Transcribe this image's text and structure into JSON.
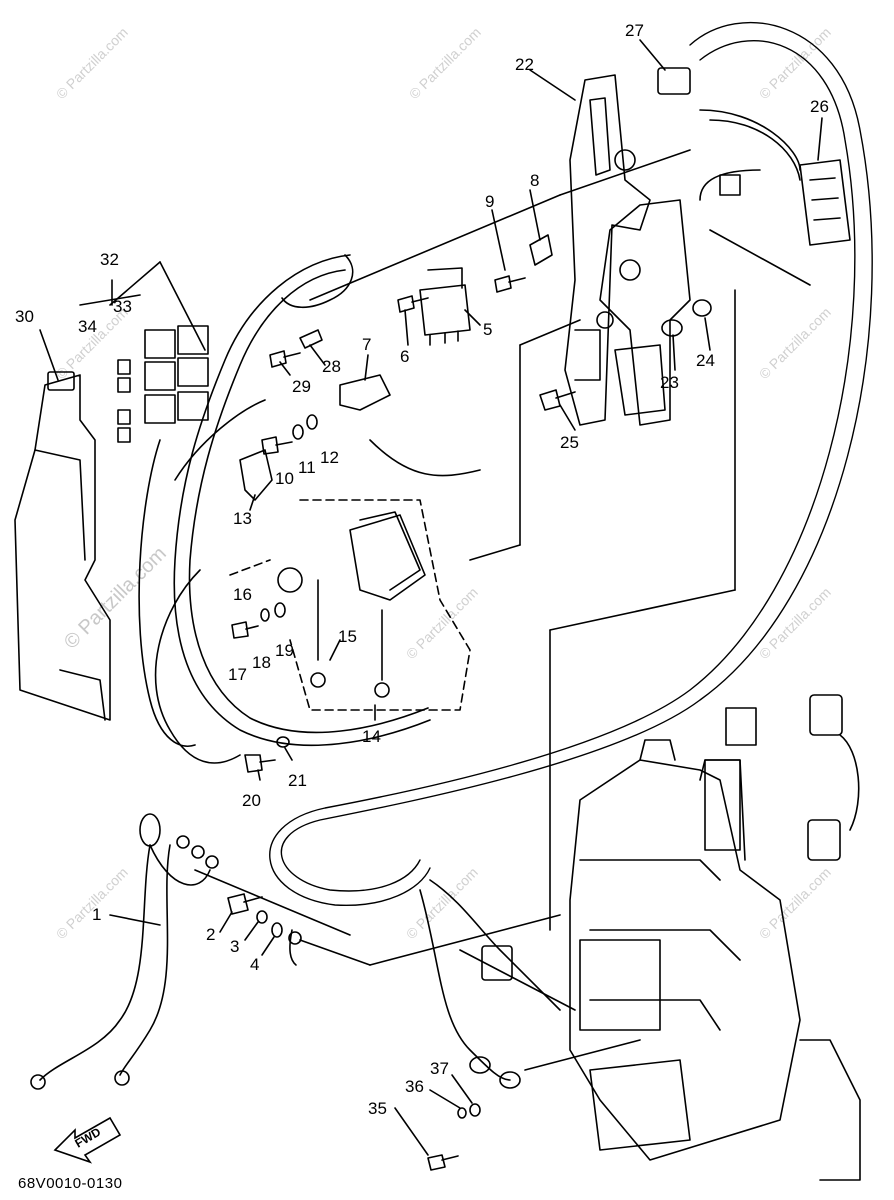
{
  "diagram": {
    "code": "68V0010-0130",
    "direction_label": "FWD",
    "watermark_main": "© Partzilla.com",
    "watermark_small": "© Partzilla.com",
    "callouts": [
      "1",
      "2",
      "3",
      "4",
      "5",
      "6",
      "7",
      "8",
      "9",
      "10",
      "11",
      "12",
      "13",
      "14",
      "15",
      "16",
      "17",
      "18",
      "19",
      "20",
      "21",
      "22",
      "23",
      "24",
      "25",
      "26",
      "27",
      "28",
      "29",
      "30",
      "32",
      "33",
      "34",
      "35",
      "36",
      "37"
    ]
  }
}
